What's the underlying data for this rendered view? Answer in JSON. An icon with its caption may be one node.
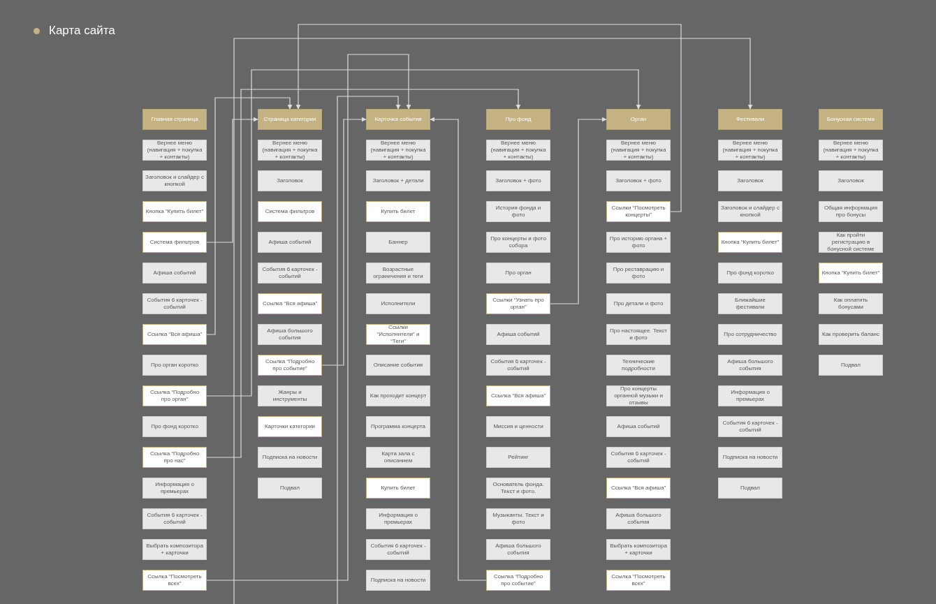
{
  "diagram": {
    "title": "Карта сайта",
    "nodes": [
      {
        "text": [
          "Главная страница"
        ]
      },
      {
        "text": [
          "Вернее меню (навигация + покупка + контакты)"
        ]
      },
      {
        "text": [
          "Заголовок и слайдер с кнопкой"
        ]
      },
      {
        "text": [
          "Кнопка “Купить билет”"
        ]
      },
      {
        "text": [
          "Система фильтров"
        ]
      },
      {
        "text": [
          "Афиша событий"
        ]
      },
      {
        "text": [
          "События 6 карточек - событий"
        ]
      },
      {
        "text": [
          "Ссылка “Вся афиша”"
        ]
      },
      {
        "text": [
          "Про орган коротко"
        ]
      },
      {
        "text": [
          "Ссылка “Подробно про орган”"
        ]
      },
      {
        "text": [
          "Про фонд коротко"
        ]
      },
      {
        "text": [
          "Ссылка “Подробно про нас”"
        ]
      },
      {
        "text": [
          "Информация о премьерах"
        ]
      },
      {
        "text": [
          "События 6 карточек - событий"
        ]
      },
      {
        "text": [
          "Выбрать композитора + карточки"
        ]
      },
      {
        "text": [
          "Ссылка “Посмотреть всех”"
        ]
      },
      {
        "text": [
          "Страница категории"
        ]
      },
      {
        "text": [
          "Вернее меню (навигация + покупка + контакты)"
        ]
      },
      {
        "text": [
          "Заголовок"
        ]
      },
      {
        "text": [
          "Система фильтров"
        ]
      },
      {
        "text": [
          "Афиша событий"
        ]
      },
      {
        "text": [
          "События 6 карточек - событий"
        ]
      },
      {
        "text": [
          "Ссылка “Вся афиша”"
        ]
      },
      {
        "text": [
          "Афиша большого события"
        ]
      },
      {
        "text": [
          "Ссылка “Подробно про событие”"
        ]
      },
      {
        "text": [
          "Жанры и инструменты"
        ]
      },
      {
        "text": [
          "Карточки категории"
        ]
      },
      {
        "text": [
          "Подписка на новости"
        ]
      },
      {
        "text": [
          "Подвал"
        ]
      },
      {
        "text": [
          "Карточка события"
        ]
      },
      {
        "text": [
          "Вернее меню (навигация + покупка + контакты)"
        ]
      },
      {
        "text": [
          "Заголовок + детали"
        ]
      },
      {
        "text": [
          "Купить билет"
        ]
      },
      {
        "text": [
          "Баннер"
        ]
      },
      {
        "text": [
          "Возрастные ограничения и теги"
        ]
      },
      {
        "text": [
          "Исполнители"
        ]
      },
      {
        "text": [
          "Ссылки “Исполнители” и “Теги”"
        ]
      },
      {
        "text": [
          "Описание события"
        ]
      },
      {
        "text": [
          "Как проходит концерт"
        ]
      },
      {
        "text": [
          "Программа концерта"
        ]
      },
      {
        "text": [
          "Карта зала с описанием"
        ]
      },
      {
        "text": [
          "Купить билет"
        ]
      },
      {
        "text": [
          "Информация о премьерах"
        ]
      },
      {
        "text": [
          "События 6 карточек - событий"
        ]
      },
      {
        "text": [
          "Подписка на новости"
        ]
      },
      {
        "text": [
          "Про фонд"
        ]
      },
      {
        "text": [
          "Вернее меню (навигация + покупка + контакты)"
        ]
      },
      {
        "text": [
          "Заголовок + фото"
        ]
      },
      {
        "text": [
          "История фонда и фото"
        ]
      },
      {
        "text": [
          "Про концерты и фото собора"
        ]
      },
      {
        "text": [
          "Про орган"
        ]
      },
      {
        "text": [
          "Ссылки “Узнать про орган”"
        ]
      },
      {
        "text": [
          "Афиша событий"
        ]
      },
      {
        "text": [
          "События 6 карточек - событий"
        ]
      },
      {
        "text": [
          "Ссылка “Вся афиша”"
        ]
      },
      {
        "text": [
          "Миссия и ценности"
        ]
      },
      {
        "text": [
          "Рейтинг"
        ]
      },
      {
        "text": [
          "Основатель фонда. Текст и фото."
        ]
      },
      {
        "text": [
          "Музыканты. Текст и фото"
        ]
      },
      {
        "text": [
          "Афиша большого события"
        ]
      },
      {
        "text": [
          "Ссылка “Подробно про событие”"
        ]
      },
      {
        "text": [
          "Орган"
        ]
      },
      {
        "text": [
          "Вернее меню (навигация + покупка + контакты)"
        ]
      },
      {
        "text": [
          "Заголовок + фото"
        ]
      },
      {
        "text": [
          "Ссылки “Посмотреть концерты”"
        ]
      },
      {
        "text": [
          "Про историю органа + фото"
        ]
      },
      {
        "text": [
          "Про реставрацию и фото"
        ]
      },
      {
        "text": [
          "Про детали и фото"
        ]
      },
      {
        "text": [
          "Про настоящее. Текст и фото"
        ]
      },
      {
        "text": [
          "Технические подробности"
        ]
      },
      {
        "text": [
          "Про концерты органной музыки и отзывы"
        ]
      },
      {
        "text": [
          "Афиша событий"
        ]
      },
      {
        "text": [
          "События 6 карточек - событий"
        ]
      },
      {
        "text": [
          "Ссылка “Вся афиша”"
        ]
      },
      {
        "text": [
          "Афиша большого события"
        ]
      },
      {
        "text": [
          "Выбрать композитора + карточки"
        ]
      },
      {
        "text": [
          "Ссылка “Посмотреть всех”"
        ]
      },
      {
        "text": [
          "Фестивали"
        ]
      },
      {
        "text": [
          "Вернее меню (навигация + покупка + контакты)"
        ]
      },
      {
        "text": [
          "Заголовок"
        ]
      },
      {
        "text": [
          "Заголовок и слайдер с кнопкой"
        ]
      },
      {
        "text": [
          "Кнопка “Купить билет”"
        ]
      },
      {
        "text": [
          "Про фонд коротко"
        ]
      },
      {
        "text": [
          "Ближайшие фестивали"
        ]
      },
      {
        "text": [
          "Про сотрудничество"
        ]
      },
      {
        "text": [
          "Афиша большого события"
        ]
      },
      {
        "text": [
          "Информация о премьерах"
        ]
      },
      {
        "text": [
          "События 6 карточек - событий"
        ]
      },
      {
        "text": [
          "Подписка на новости"
        ]
      },
      {
        "text": [
          "Подвал"
        ]
      },
      {
        "text": [
          "Бонусная система"
        ]
      },
      {
        "text": [
          "Вернее меню (навигация + покупка + контакты)"
        ]
      },
      {
        "text": [
          "Заголовок"
        ]
      },
      {
        "text": [
          "Общая информация про бонусы"
        ]
      },
      {
        "text": [
          "Как пройти регистрацию в бонусной системе"
        ]
      },
      {
        "text": [
          "Кнопка “Купить билет”"
        ]
      },
      {
        "text": [
          "Как оплатить бонусами"
        ]
      },
      {
        "text": [
          "Как проверить баланс"
        ]
      },
      {
        "text": [
          "Подвал"
        ]
      }
    ],
    "edges": [
      {
        "from": 4,
        "to": 16,
        "arrow": "to"
      },
      {
        "from": 7,
        "to": 16,
        "arrow": "to"
      },
      {
        "from": 9,
        "to": 61,
        "arrow": "to"
      },
      {
        "from": 11,
        "to": 45,
        "arrow": "to"
      },
      {
        "from": 15,
        "to": 29,
        "arrow": "to"
      },
      {
        "from": 24,
        "to": 29,
        "arrow": "to"
      },
      {
        "from": 60,
        "to": 29,
        "arrow": "to"
      },
      {
        "from": 51,
        "to": 61,
        "arrow": "to"
      },
      {
        "from": 64,
        "to": 16,
        "arrow": "to"
      },
      {
        "from": null,
        "to": 77,
        "arrow": "to"
      },
      {
        "from": null,
        "to": 29,
        "arrow": "to"
      }
    ]
  }
}
